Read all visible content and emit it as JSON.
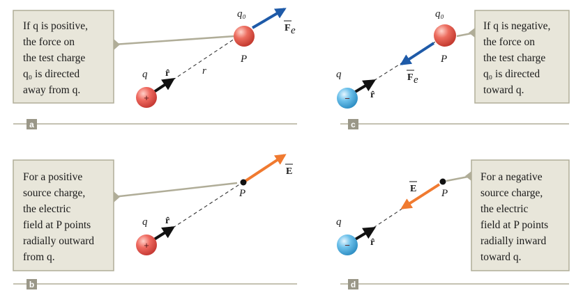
{
  "panels": {
    "a": {
      "tag": "a",
      "callout": [
        "If q is positive,",
        "the force on",
        "the test charge",
        "q₀ is directed",
        "away from q."
      ],
      "q_label": "q",
      "r_hat": "r̂",
      "r_label": "r",
      "q0_label": "q₀",
      "P_label": "P",
      "vector_label": "F",
      "vector_sub": "e",
      "source_sign": "+"
    },
    "c": {
      "tag": "c",
      "callout": [
        "If q is negative,",
        "the force on",
        "the test charge",
        "q₀ is directed",
        "toward q."
      ],
      "q_label": "q",
      "r_hat": "r̂",
      "q0_label": "q₀",
      "P_label": "P",
      "vector_label": "F",
      "vector_sub": "e",
      "source_sign": "−"
    },
    "b": {
      "tag": "b",
      "callout": [
        "For a positive",
        "source charge,",
        "the electric",
        "field at P points",
        "radially outward",
        "from q."
      ],
      "q_label": "q",
      "r_hat": "r̂",
      "P_label": "P",
      "vector_label": "E",
      "source_sign": "+"
    },
    "d": {
      "tag": "d",
      "callout": [
        "For a negative",
        "source charge,",
        "the electric",
        "field at P points",
        "radially inward",
        "toward q."
      ],
      "q_label": "q",
      "r_hat": "r̂",
      "P_label": "P",
      "vector_label": "E",
      "source_sign": "−"
    }
  },
  "colors": {
    "callout_fill": "#e8e6da",
    "callout_border": "#b0ad98",
    "force_arrow": "#1e5aa8",
    "field_arrow": "#f07a30",
    "unit_arrow": "#111111",
    "positive_charge": "#e8534e",
    "negative_charge": "#4aa7d8",
    "test_charge": "#e8574a",
    "tag_fill": "#9a9788"
  }
}
